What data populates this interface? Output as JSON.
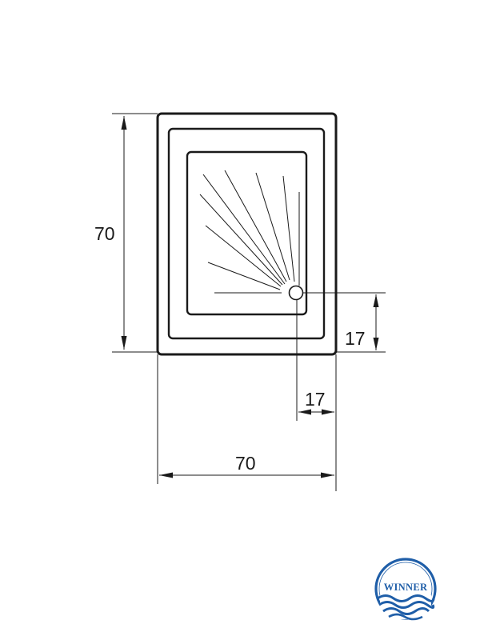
{
  "dimensions": {
    "height": "70",
    "width": "70",
    "drain_offset_right": "17",
    "drain_offset_bottom": "17"
  },
  "logo": {
    "text": "WINNER",
    "color": "#1f5ea8"
  },
  "colors": {
    "line": "#1a1a1a"
  }
}
